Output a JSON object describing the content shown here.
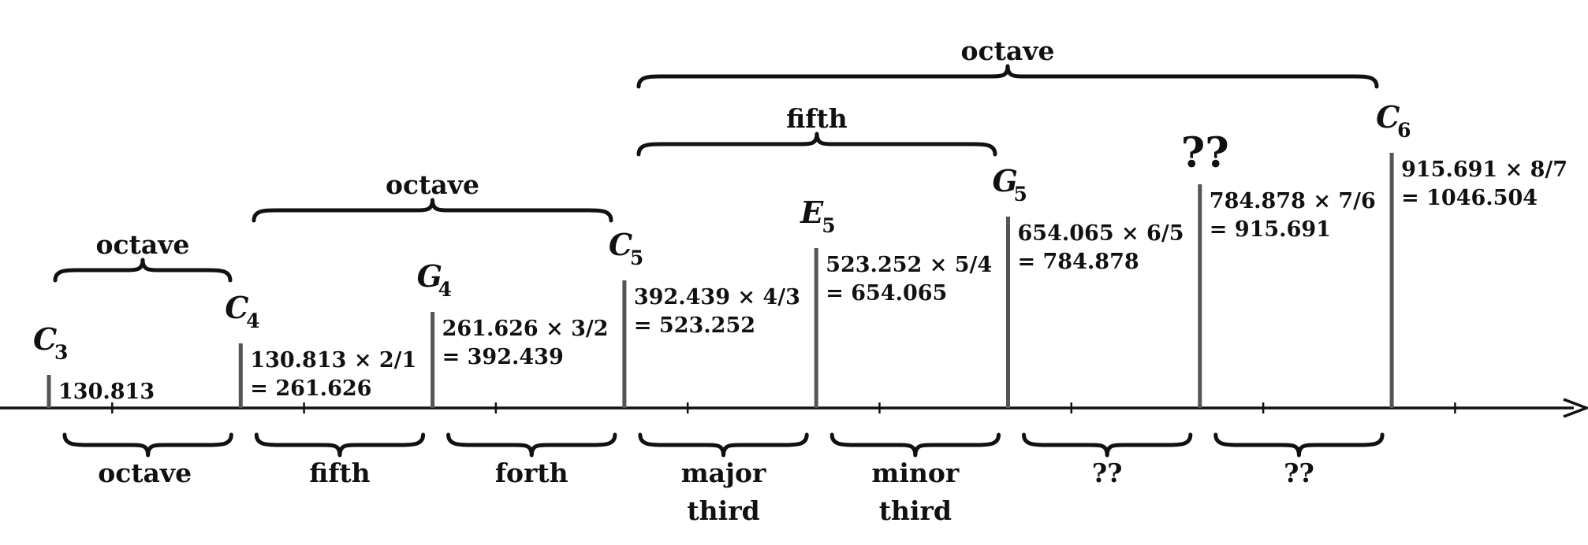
{
  "notes": [
    {
      "letter": "C",
      "sub": "3",
      "lines": [
        "130.813"
      ]
    },
    {
      "letter": "C",
      "sub": "4",
      "lines": [
        "130.813 × 2/1",
        "= 261.626"
      ]
    },
    {
      "letter": "G",
      "sub": "4",
      "lines": [
        "261.626 × 3/2",
        "= 392.439"
      ]
    },
    {
      "letter": "C",
      "sub": "5",
      "lines": [
        "392.439 × 4/3",
        "= 523.252"
      ]
    },
    {
      "letter": "E",
      "sub": "5",
      "lines": [
        "523.252 × 5/4",
        "= 654.065"
      ]
    },
    {
      "letter": "G",
      "sub": "5",
      "lines": [
        "654.065 × 6/5",
        "= 784.878"
      ]
    },
    {
      "letter": "??",
      "sub": "",
      "lines": [
        "784.878 × 7/6",
        "= 915.691"
      ]
    },
    {
      "letter": "C",
      "sub": "6",
      "lines": [
        "915.691 × 8/7",
        "= 1046.504"
      ]
    }
  ],
  "upper_braces": [
    {
      "label": "octave",
      "from_note": 0,
      "to_note": 1
    },
    {
      "label": "octave",
      "from_note": 1,
      "to_note": 3
    },
    {
      "label": "fifth",
      "from_note": 3,
      "to_note": 5
    },
    {
      "label": "octave",
      "from_note": 3,
      "to_note": 7
    }
  ],
  "lower_braces": [
    {
      "lines": [
        "octave"
      ]
    },
    {
      "lines": [
        "fifth"
      ]
    },
    {
      "lines": [
        "forth"
      ]
    },
    {
      "lines": [
        "major",
        "third"
      ]
    },
    {
      "lines": [
        "minor",
        "third"
      ]
    },
    {
      "lines": [
        "??"
      ]
    },
    {
      "lines": [
        "??"
      ]
    }
  ]
}
